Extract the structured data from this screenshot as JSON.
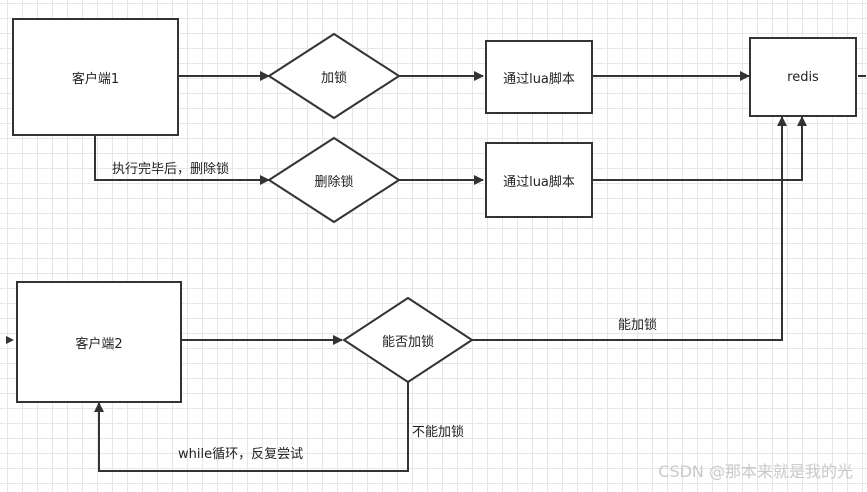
{
  "nodes": {
    "client1": "客户端1",
    "lock": "加锁",
    "lua_script_1": "通过lua脚本",
    "redis": "redis",
    "unlock": "删除锁",
    "lua_script_2": "通过lua脚本",
    "client2": "客户端2",
    "can_lock": "能否加锁"
  },
  "edges": {
    "after_exec": "执行完毕后，删除锁",
    "can_lock_yes": "能加锁",
    "can_lock_no": "不能加锁",
    "retry_loop": "while循环，反复尝试"
  },
  "watermark": "CSDN @那本来就是我的光"
}
